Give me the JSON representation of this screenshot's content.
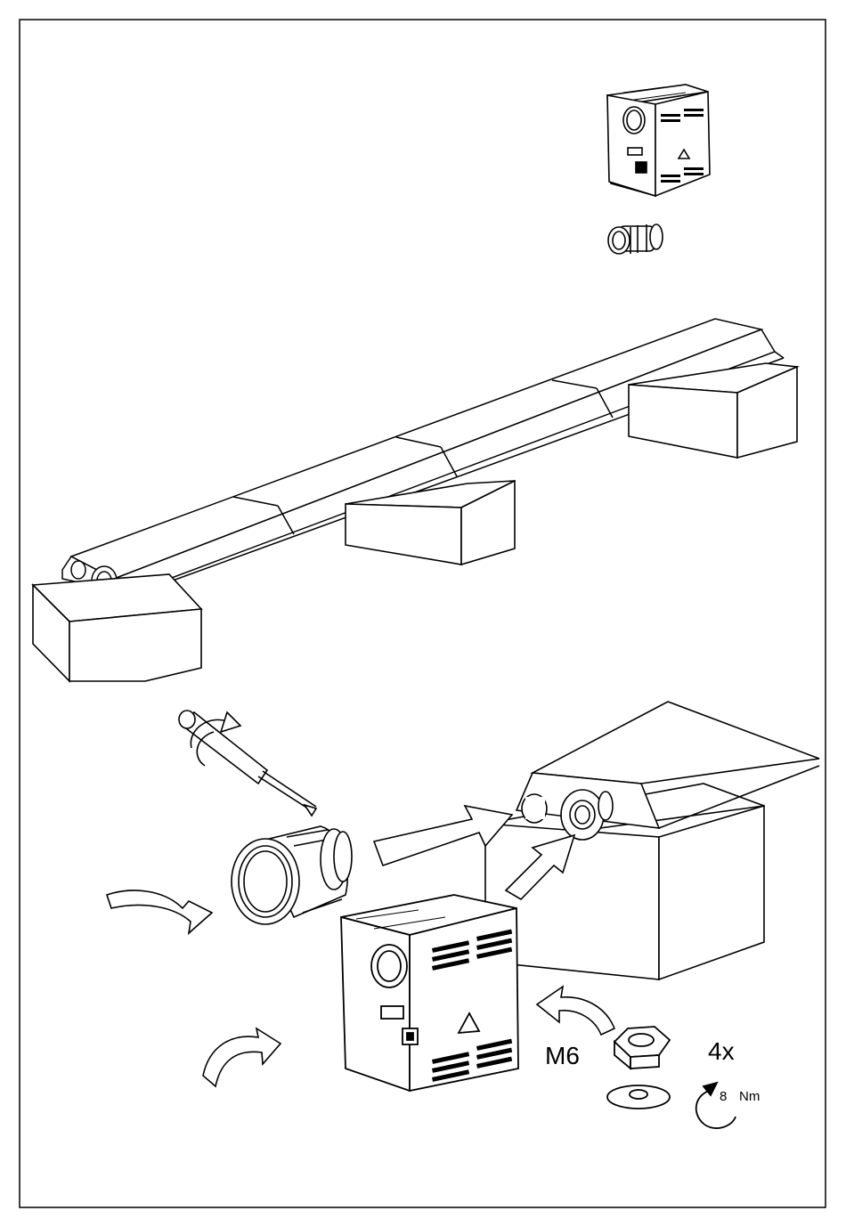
{
  "labels": {
    "nut_size": "M6",
    "quantity": "4x",
    "torque_value": "8",
    "torque_unit": "Nm"
  },
  "colors": {
    "ink": "#000000",
    "paper": "#ffffff",
    "shade": "#e6e6e6"
  },
  "icons": [
    "heater-unit-icon",
    "adapter-sleeve-icon",
    "duct-channel-icon",
    "concrete-block-icon",
    "screwdriver-icon",
    "rotate-arrow-icon",
    "curved-arrow-icon",
    "direction-arrow-icon",
    "warning-triangle-icon",
    "hex-nut-icon",
    "washer-icon",
    "torque-arrow-icon"
  ]
}
